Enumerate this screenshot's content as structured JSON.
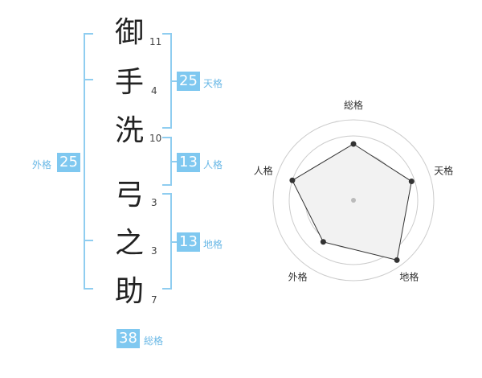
{
  "name": {
    "characters": [
      {
        "char": "御",
        "strokes": "11"
      },
      {
        "char": "手",
        "strokes": "4"
      },
      {
        "char": "洗",
        "strokes": "10"
      },
      {
        "char": "弓",
        "strokes": "3"
      },
      {
        "char": "之",
        "strokes": "3"
      },
      {
        "char": "助",
        "strokes": "7"
      }
    ]
  },
  "fortune": {
    "tenkaku": {
      "value": "25",
      "label": "天格"
    },
    "jinkaku": {
      "value": "13",
      "label": "人格"
    },
    "chikaku": {
      "value": "13",
      "label": "地格"
    },
    "gaikaku": {
      "value": "25",
      "label": "外格"
    },
    "soukaku": {
      "value": "38",
      "label": "総格"
    }
  },
  "colors": {
    "accent": "#7fc8f0",
    "line": "#8fcdf0",
    "radar_fill": "#f2f2f2"
  },
  "chart_data": {
    "type": "radar",
    "axes": [
      "総格",
      "天格",
      "地格",
      "外格",
      "人格"
    ],
    "values": [
      3.5,
      3.8,
      4.6,
      3.2,
      4.0
    ],
    "max": 5,
    "grid_rings": 5
  }
}
